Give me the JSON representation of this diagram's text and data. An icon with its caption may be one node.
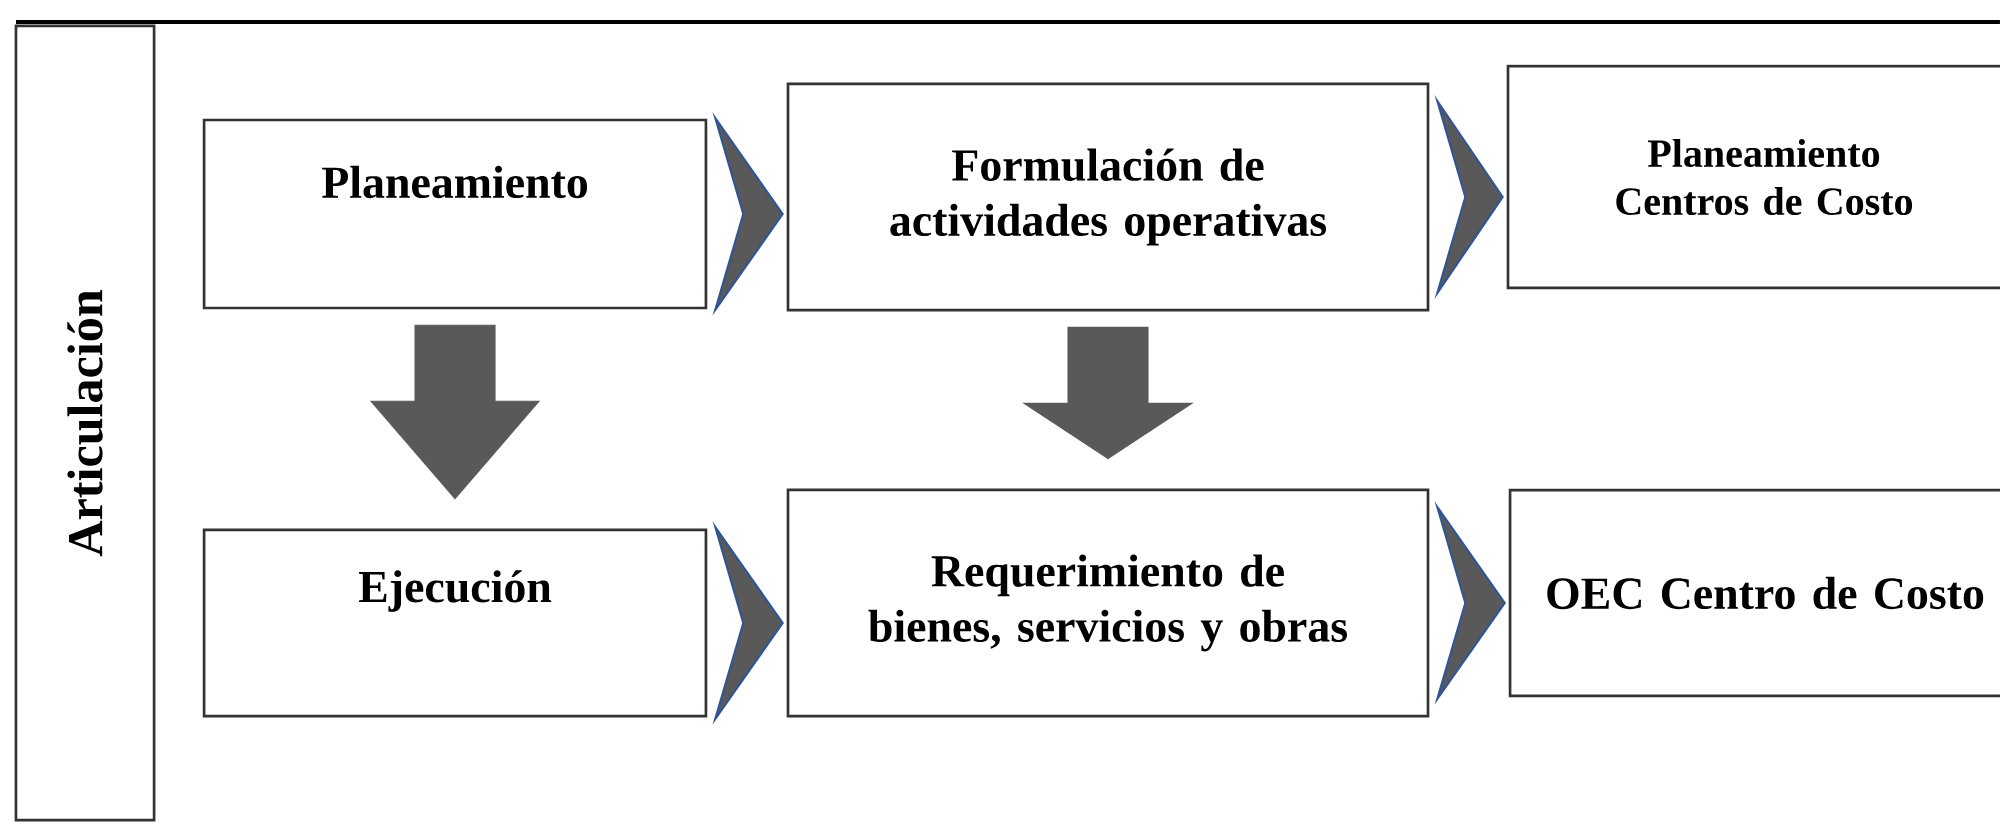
{
  "diagram": {
    "nodes": [
      {
        "text": [
          "Articulación"
        ]
      },
      {
        "text": [
          "Planeamiento"
        ]
      },
      {
        "text": [
          "Formulación de actividades operativas"
        ]
      },
      {
        "text": [
          "Planeamiento Centros de Costo"
        ]
      },
      {
        "text": [
          "Ejecución"
        ]
      },
      {
        "text": [
          "Requerimiento de bienes, servicios y obras"
        ]
      },
      {
        "text": [
          "OEC Centro de Costo"
        ]
      }
    ],
    "edges": [
      {
        "from": 1,
        "to": 2,
        "arrow": "to"
      },
      {
        "from": 2,
        "to": 3,
        "arrow": "to"
      },
      {
        "from": 1,
        "to": 4,
        "arrow": "to"
      },
      {
        "from": 2,
        "to": 5,
        "arrow": "to"
      },
      {
        "from": 4,
        "to": 5,
        "arrow": "to"
      },
      {
        "from": 5,
        "to": 6,
        "arrow": "to"
      }
    ]
  }
}
